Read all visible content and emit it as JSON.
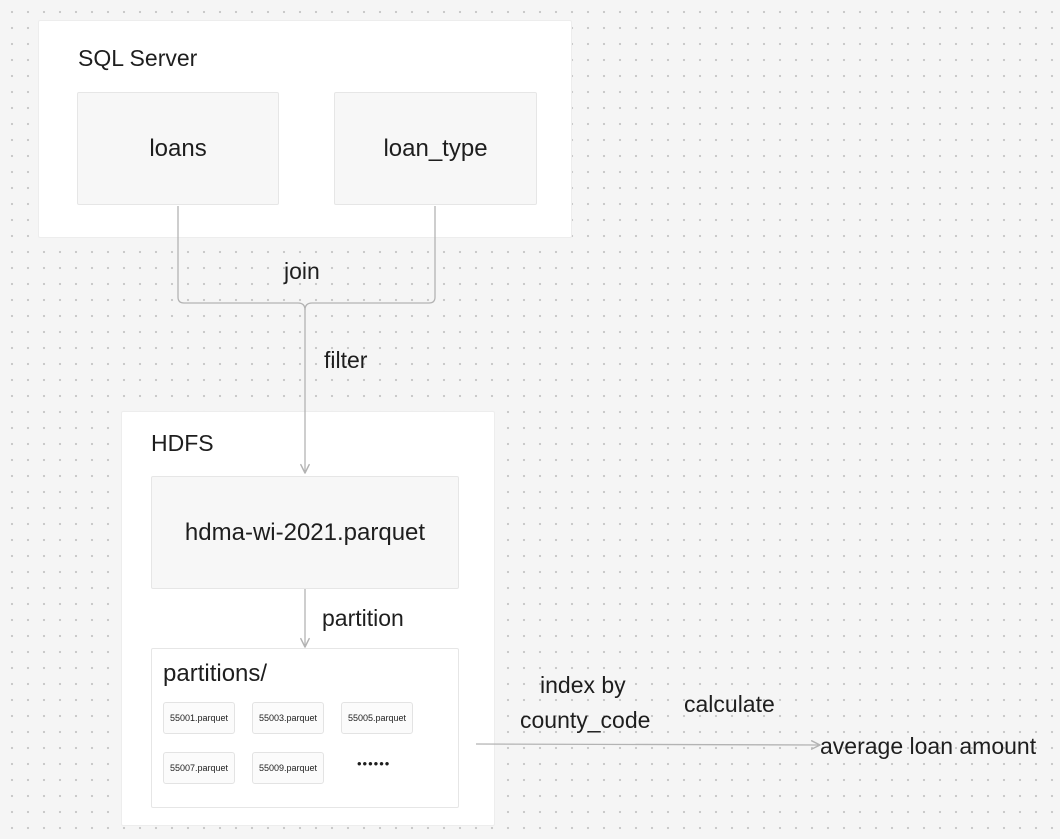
{
  "sql_server": {
    "title": "SQL Server",
    "tables": [
      "loans",
      "loan_type"
    ]
  },
  "edges": {
    "join": "join",
    "filter": "filter",
    "partition": "partition",
    "index_line1": "index by",
    "index_line2": "county_code",
    "calculate": "calculate"
  },
  "hdfs": {
    "title": "HDFS",
    "file": "hdma-wi-2021.parquet",
    "partitions": {
      "title": "partitions/",
      "files": [
        "55001.parquet",
        "55003.parquet",
        "55005.parquet",
        "55007.parquet",
        "55009.parquet"
      ],
      "ellipsis": "••••••"
    }
  },
  "output": {
    "label": "average loan amount"
  },
  "colors": {
    "connector": "#b3b3b3",
    "text": "#1e1e1e",
    "frame": "#ffffff",
    "box": "#f7f7f7"
  }
}
